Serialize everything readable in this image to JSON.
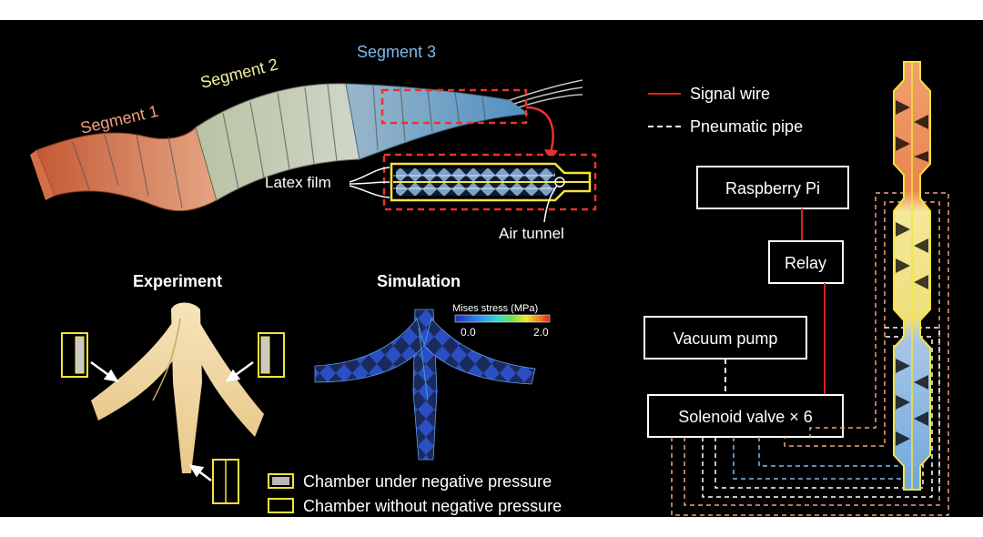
{
  "robot": {
    "segment1": "Segment 1",
    "segment2": "Segment 2",
    "segment3": "Segment 3",
    "latex_film": "Latex film",
    "air_tunnel": "Air tunnel"
  },
  "experiment": {
    "title": "Experiment"
  },
  "simulation": {
    "title": "Simulation",
    "colorbar_label": "Mises stress (MPa)",
    "colorbar_min": "0.0",
    "colorbar_max": "2.0"
  },
  "legend": {
    "negative": "Chamber under negative pressure",
    "without": "Chamber without negative pressure"
  },
  "control": {
    "signal_wire": "Signal wire",
    "pneumatic_pipe": "Pneumatic pipe",
    "raspberry_pi": "Raspberry Pi",
    "relay": "Relay",
    "vacuum_pump": "Vacuum pump",
    "solenoid_valve": "Solenoid valve × 6"
  },
  "colors": {
    "segment1": "#f0a080",
    "segment2": "#f2f0a0",
    "segment3": "#7fb8ea",
    "signal_wire": "#e02020",
    "highlight": "#e8332e",
    "chamber_outline": "#f5e43a"
  }
}
